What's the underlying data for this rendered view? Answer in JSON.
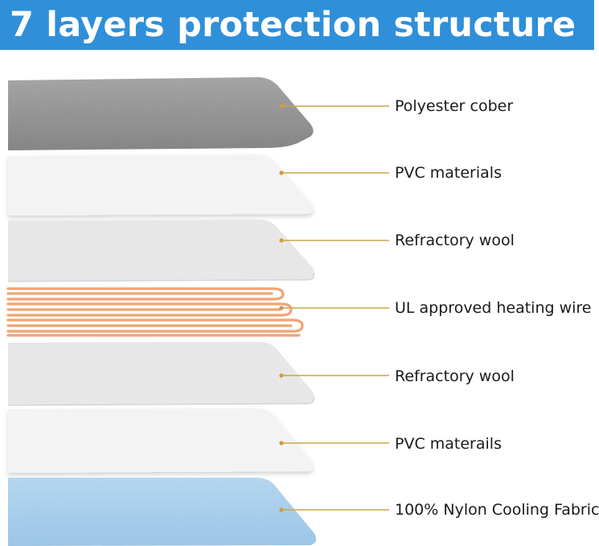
{
  "header": {
    "title": "7 layers protection structure",
    "background_color": "#2f8fd8",
    "text_color": "#ffffff"
  },
  "layers": [
    {
      "label": "Polyester cober",
      "color": "#8e8e8e"
    },
    {
      "label": "PVC materials",
      "color": "#f2f2f2"
    },
    {
      "label": "Refractory wool",
      "color": "#ebebeb"
    },
    {
      "label": "UL approved heating wire",
      "color": "#f0a475"
    },
    {
      "label": "Refractory wool",
      "color": "#ebebeb"
    },
    {
      "label": "PVC materails",
      "color": "#f2f2f2"
    },
    {
      "label": "100% Nylon Cooling Fabric",
      "color": "#a8cdea"
    }
  ],
  "leader_color": "#c9a54a"
}
